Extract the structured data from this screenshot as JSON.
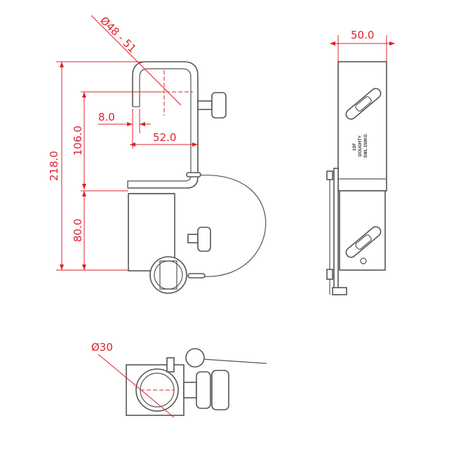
{
  "dimensions": {
    "diameter_top": "Ø48 - 51",
    "overall_height": "218.0",
    "hook_height": "106.0",
    "body_height": "80.0",
    "lip_offset": "8.0",
    "hook_width": "52.0",
    "front_width": "50.0",
    "diameter_bottom": "Ø30"
  },
  "plate_label": {
    "line1": "1SF",
    "line2": "DOUGHTY",
    "line3": "SWL 150KG"
  },
  "colors": {
    "dimension": "#e0202a",
    "outline": "#555555"
  }
}
